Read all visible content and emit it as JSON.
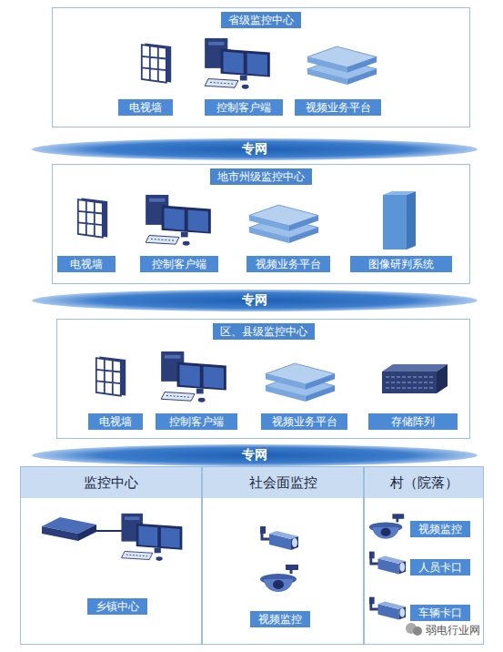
{
  "diagram": {
    "nodes": [
      {
        "text": [
          "省级监控中心"
        ]
      },
      {
        "text": [
          "电视墙"
        ],
        "in": 0
      },
      {
        "text": [
          "控制客户端"
        ],
        "in": 0
      },
      {
        "text": [
          "视频业务平台"
        ],
        "in": 0
      },
      {
        "text": [
          "专网"
        ]
      },
      {
        "text": [
          "地市州级监控中心"
        ]
      },
      {
        "text": [
          "电视墙"
        ],
        "in": 5
      },
      {
        "text": [
          "控制客户端"
        ],
        "in": 5
      },
      {
        "text": [
          "视频业务平台"
        ],
        "in": 5
      },
      {
        "text": [
          "图像研判系统"
        ],
        "in": 5
      },
      {
        "text": [
          "专网"
        ]
      },
      {
        "text": [
          "区、县级监控中心"
        ]
      },
      {
        "text": [
          "电视墙"
        ],
        "in": 11
      },
      {
        "text": [
          "控制客户端"
        ],
        "in": 11
      },
      {
        "text": [
          "视频业务平台"
        ],
        "in": 11
      },
      {
        "text": [
          "存储阵列"
        ],
        "in": 11
      },
      {
        "text": [
          "专网"
        ]
      },
      {
        "text": [
          "监控中心"
        ]
      },
      {
        "text": [
          "乡镇中心"
        ],
        "in": 17
      },
      {
        "text": [
          "社会面监控"
        ]
      },
      {
        "text": [
          "视频监控"
        ],
        "in": 19
      },
      {
        "text": [
          "村（院落）"
        ]
      },
      {
        "text": [
          "视频监控"
        ],
        "in": 21
      },
      {
        "text": [
          "人员卡口"
        ],
        "in": 21
      },
      {
        "text": [
          "车辆卡口"
        ],
        "in": 21
      }
    ],
    "labels": [
      "弱电行业网"
    ]
  }
}
